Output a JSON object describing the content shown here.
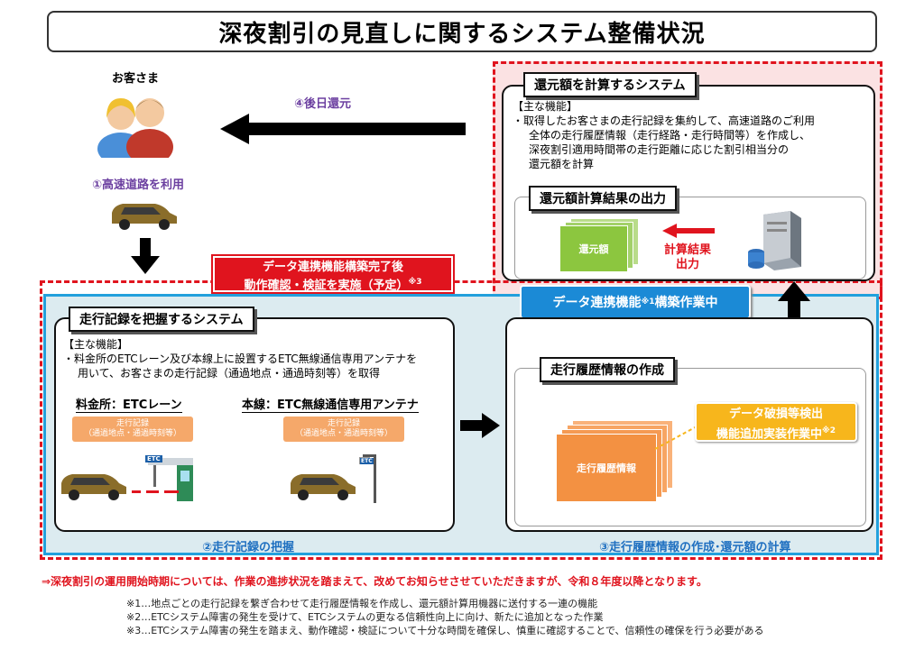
{
  "title": "深夜割引の見直しに関するシステム整備状況",
  "customer": {
    "label": "お客さま",
    "step1": "①高速道路を利用",
    "step4": "④後日還元"
  },
  "red_notice": {
    "line1": "データ連携機能構築完了後",
    "line2": "動作確認・検証を実施（予定）",
    "ref": "※3"
  },
  "refund_system": {
    "header": "還元額を計算するシステム",
    "func_label": "【主な機能】",
    "func_lines": [
      "・取得したお客さまの走行記録を集約して、高速道路のご利用",
      "全体の走行履歴情報（走行経路・走行時間等）を作成し、",
      "深夜割引適用時間帯の走行距離に応じた割引相当分の",
      "還元額を計算"
    ],
    "output_header": "還元額計算結果の出力",
    "doc_label": "還元額",
    "calc_label_1": "計算結果",
    "calc_label_2": "出力"
  },
  "data_link": {
    "label": "データ連携機能",
    "ref": "※1",
    "suffix": "構築作業中"
  },
  "record_system": {
    "header": "走行記録を把握するシステム",
    "func_label": "【主な機能】",
    "func_lines": [
      "・料金所のETCレーン及び本線上に設置するETC無線通信専用アンテナを",
      "用いて、お客さまの走行記録（通過地点・通過時刻等）を取得"
    ],
    "toll_caption": "料金所：ETCレーン",
    "antenna_caption": "本線：ETC無線通信専用アンテナ",
    "pill_line1": "走行記録",
    "pill_line2": "（通過地点・通過時刻等）",
    "etc_sign": "ETC",
    "step2": "②走行記録の把握"
  },
  "history": {
    "header": "走行履歴情報の作成",
    "doc_label": "走行履歴情報",
    "detect_line1": "データ破損等検出",
    "detect_line2": "機能追加実装作業中",
    "detect_ref": "※2",
    "step3": "③走行履歴情報の作成･還元額の計算"
  },
  "notice": "⇒深夜割引の運用開始時期については、作業の進捗状況を踏まえて、改めてお知らせさせていただきますが、令和８年度以降となります。",
  "footnotes": [
    "※1…地点ごとの走行記録を繋ぎ合わせて走行履歴情報を作成し、還元額計算用機器に送付する一連の機能",
    "※2…ETCシステム障害の発生を受けて、ETCシステムの更なる信頼性向上に向け、新たに追加となった作業",
    "※3…ETCシステム障害の発生を踏まえ、動作確認・検証について十分な時間を確保し、慎重に確認することで、信頼性の確保を行う必要がある"
  ],
  "colors": {
    "red": "#e0141e",
    "blue": "#1b8ad6",
    "yellow": "#f7b61c",
    "orange": "#f5a86a",
    "green": "#8cc63f",
    "purple": "#6b3fa0"
  }
}
